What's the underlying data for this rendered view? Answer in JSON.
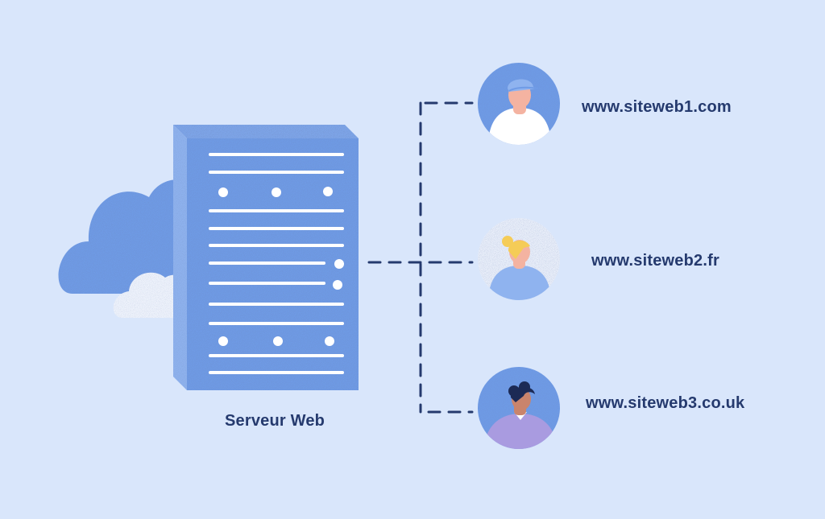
{
  "server": {
    "label": "Serveur Web",
    "icon": "server-icon"
  },
  "sites": [
    {
      "label": "www.siteweb1.com",
      "icon": "user-avatar-cap-icon"
    },
    {
      "label": "www.siteweb2.fr",
      "icon": "user-avatar-blonde-icon"
    },
    {
      "label": "www.siteweb3.co.uk",
      "icon": "user-avatar-dark-hair-icon"
    }
  ],
  "colors": {
    "background": "#d9e6fb",
    "server_front": "#6f9be6",
    "server_side": "#8fb3ef",
    "server_top": "#7ea6ea",
    "cloud": "#6f9be6",
    "cloud_light": "#f1f5fd",
    "connector": "#253a6e",
    "text": "#253a6e",
    "avatar_bg": "#6f9be6",
    "avatar_bg_light": "#edf2fc"
  }
}
